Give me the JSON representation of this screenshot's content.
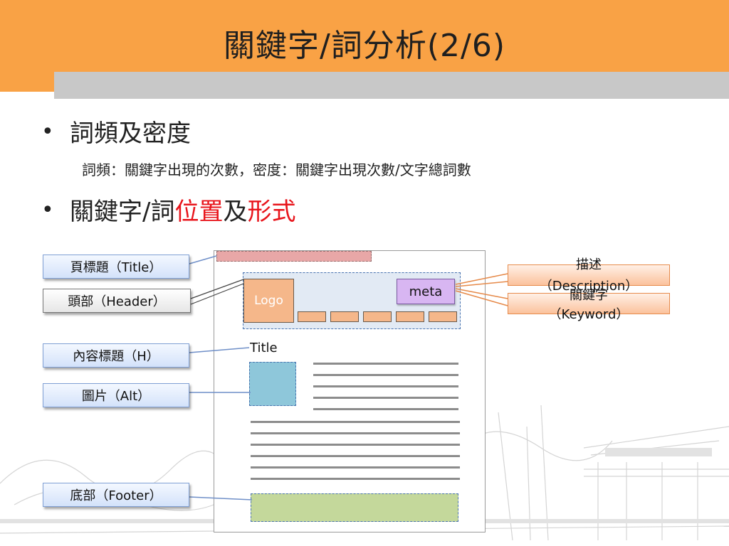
{
  "slide": {
    "title": "關鍵字/詞分析(2/6)",
    "bullets": [
      {
        "dot": "•",
        "text": "詞頻及密度",
        "sub": "詞頻：關鍵字出現的次數，密度：關鍵字出現次數/文字總詞數"
      },
      {
        "dot": "•",
        "parts": [
          "關鍵字/詞",
          "位置",
          "及",
          "形式"
        ]
      }
    ]
  },
  "diagram": {
    "logo": "Logo",
    "meta": "meta",
    "content_title": "Title",
    "callouts_left": [
      {
        "label": "頁標題（Title）"
      },
      {
        "label": "頭部（Header）"
      },
      {
        "label": "內容標題（H）"
      },
      {
        "label": "圖片（Alt）"
      },
      {
        "label": "底部（Footer）"
      }
    ],
    "callouts_right": [
      {
        "line1": "描述",
        "line2": "（Description）"
      },
      {
        "line1": "關鍵字",
        "line2": "（Keyword）"
      }
    ]
  },
  "colors": {
    "header_orange": "#F9A245",
    "gray_bar": "#C8C8C8",
    "highlight_red": "#E8141B"
  }
}
